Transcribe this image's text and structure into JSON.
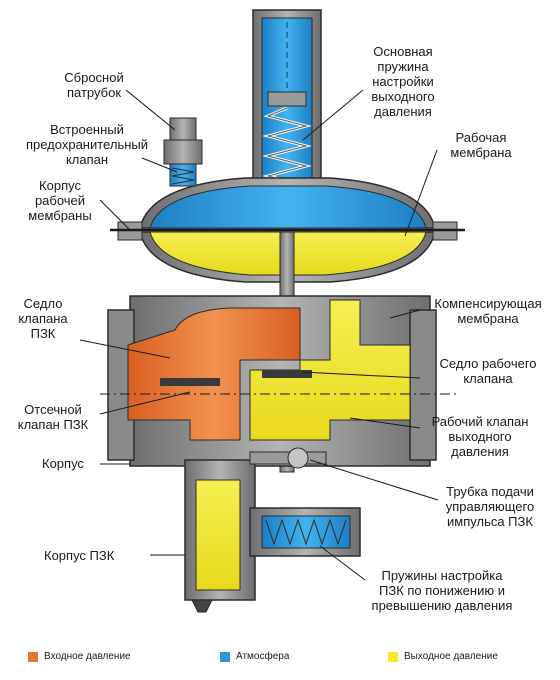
{
  "colors": {
    "inlet": "#E8763A",
    "atmosphere": "#2C97D8",
    "outlet": "#F5EA2C",
    "body": "#8E8E8E",
    "outline": "#2a2a2a"
  },
  "labels": {
    "relief_pipe": "Сбросной\nпатрубок",
    "relief_valve": "Встроенный\nпредохранительный\nклапан",
    "membrane_housing": "Корпус\nрабочей\nмембраны",
    "main_spring": "Основная\nпружина\nнастройки\nвыходного\nдавления",
    "work_membrane": "Рабочая\nмембрана",
    "pzk_seat": "Седло\nклапана\nПЗК",
    "comp_membrane": "Компенсирующая\nмембрана",
    "work_valve_seat": "Седло рабочего\nклапана",
    "shutoff_valve": "Отсечной\nклапан ПЗК",
    "work_valve": "Рабочий клапан\nвыходного\nдавления",
    "body": "Корпус",
    "impulse_tube": "Трубка подачи\nуправляющего\nимпульса ПЗК",
    "pzk_body": "Корпус ПЗК",
    "pzk_springs": "Пружины настройка\nПЗК по понижению и\nпревышению давления"
  },
  "legend": [
    {
      "label": "Входное давление",
      "color": "#E8763A"
    },
    {
      "label": "Атмосфера",
      "color": "#2C97D8"
    },
    {
      "label": "Выходное давление",
      "color": "#F5EA2C"
    }
  ]
}
